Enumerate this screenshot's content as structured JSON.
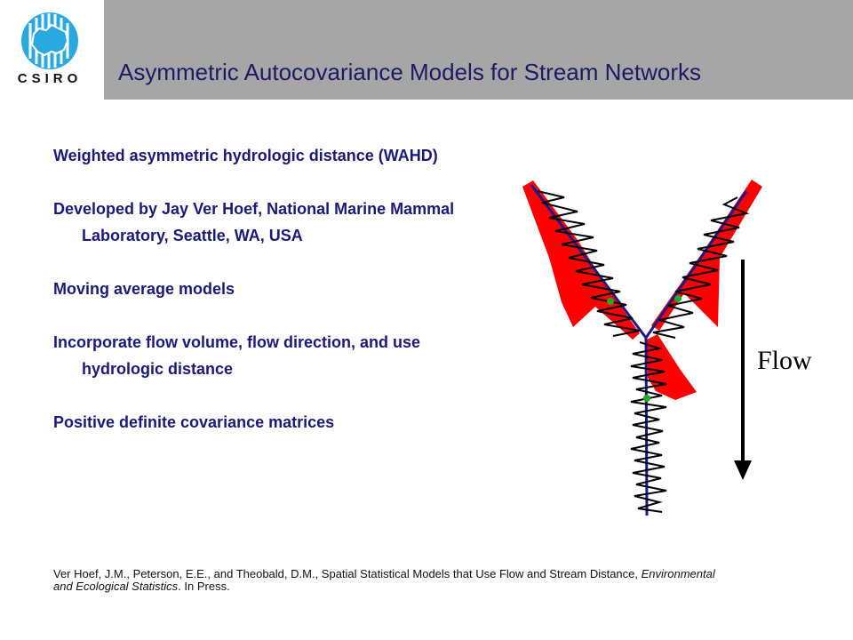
{
  "logo": {
    "text": "CSIRO"
  },
  "header": {
    "title": "Asymmetric Autocovariance Models for Stream Networks"
  },
  "bullets": [
    "Weighted asymmetric hydrologic distance (WAHD)",
    "Developed by Jay Ver Hoef, National Marine Mammal Laboratory, Seattle, WA, USA",
    "Moving average models",
    "Incorporate flow volume, flow direction, and use hydrologic distance",
    "Positive definite covariance matrices"
  ],
  "reference": {
    "authors": "Ver Hoef, J.M., Peterson, E.E., and Theobald, D.M., Spatial Statistical Models that Use Flow and Stream Distance, ",
    "journal": "Environmental and Ecological Statistics",
    "status": ". In Press."
  },
  "diagram": {
    "flow_label": "Flow",
    "colors": {
      "kernel": "#ff0000",
      "stream": "#1a1a8c",
      "site": "#22aa22",
      "signal": "#000000"
    }
  }
}
